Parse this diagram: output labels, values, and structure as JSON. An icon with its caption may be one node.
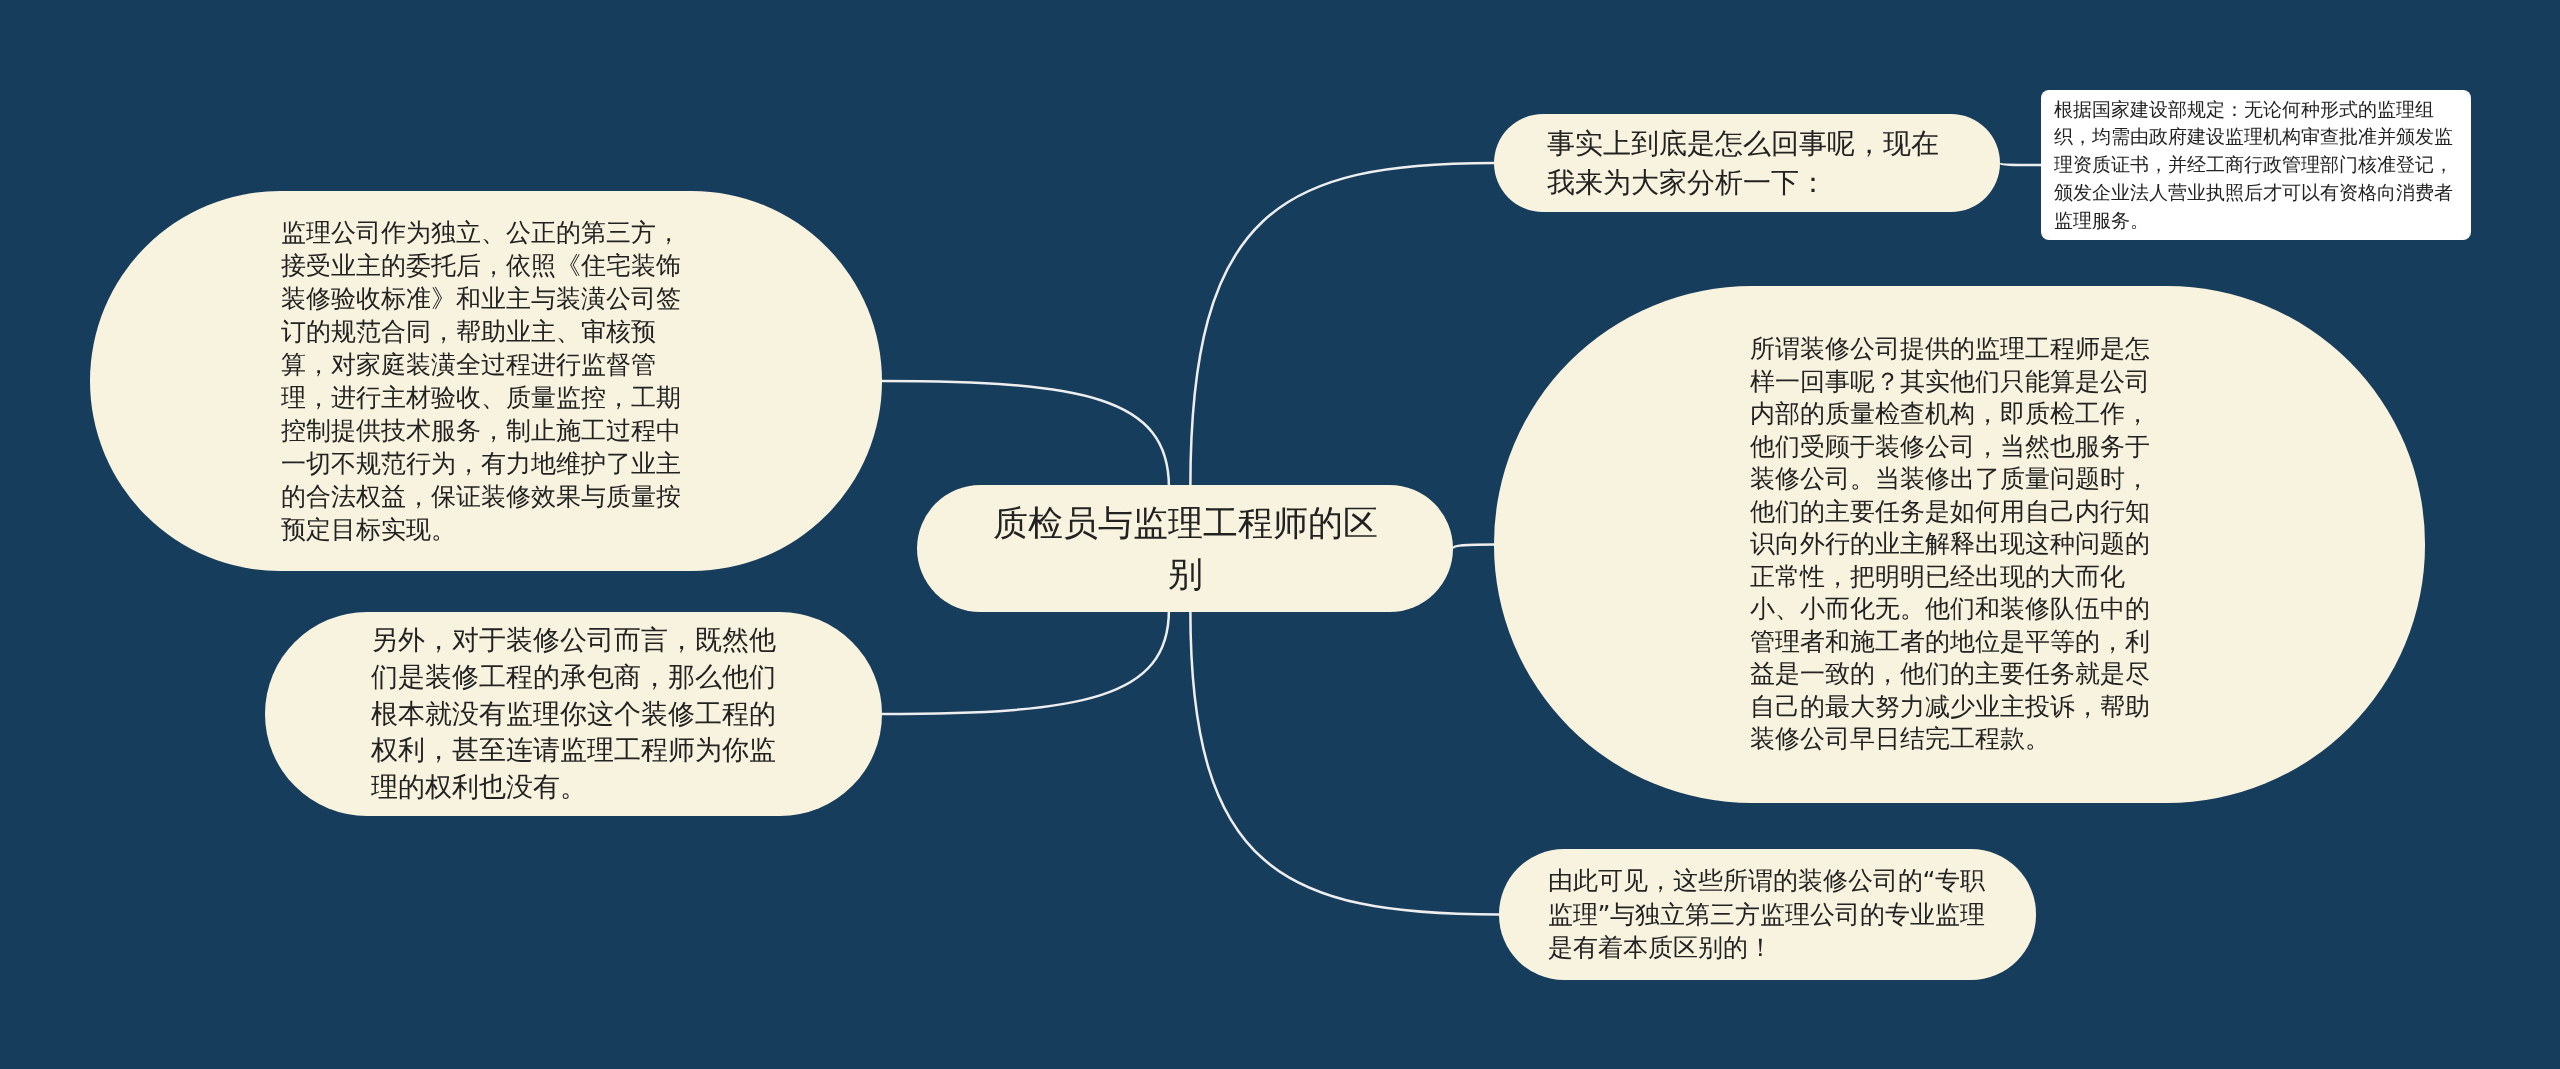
{
  "diagram": {
    "nodes": [
      {
        "text": [
          "质检员与监理工程师的区别"
        ]
      },
      {
        "text": [
          "监理公司作为独立、公正的第三方，接受业主的委托后，依照《住宅装饰装修验收标准》和业主与装潢公司签订的规范合同，帮助业主、审核预算，对家庭装潢全过程进行监督管理，进行主材验收、质量监控，工期控制提供技术服务，制止施工过程中一切不规范行为，有力地维护了业主的合法权益，保证装修效果与质量按预定目标实现。"
        ]
      },
      {
        "text": [
          "另外，对于装修公司而言，既然他们是装修工程的承包商，那么他们根本就没有监理你这个装修工程的权利，甚至连请监理工程师为你监理的权利也没有。"
        ]
      },
      {
        "text": [
          "事实上到底是怎么回事呢，现在我来为大家分析一下："
        ]
      },
      {
        "text": [
          "根据国家建设部规定：无论何种形式的监理组织，均需由政府建设监理机构审查批准并颁发监理资质证书，并经工商行政管理部门核准登记，颁发企业法人营业执照后才可以有资格向消费者监理服务。"
        ]
      },
      {
        "text": [
          "所谓装修公司提供的监理工程师是怎样一回事呢？其实他们只能算是公司内部的质量检查机构，即质检工作，他们受顾于装修公司，当然也服务于装修公司。当装修出了质量问题时，他们的主要任务是如何用自己内行知识向外行的业主解释出现这种问题的正常性，把明明已经出现的大而化小、小而化无。他们和装修队伍中的管理者和施工者的地位是平等的，利益是一致的，他们的主要任务就是尽自己的最大努力减少业主投诉，帮助装修公司早日结完工程款。"
        ]
      },
      {
        "text": [
          "由此可见，这些所谓的装修公司的“专职监理”与独立第三方监理公司的专业监理是有着本质区别的！"
        ]
      }
    ],
    "edges": [
      {
        "from": 0,
        "to": 1,
        "arrow": "none"
      },
      {
        "from": 0,
        "to": 2,
        "arrow": "none"
      },
      {
        "from": 0,
        "to": 3,
        "arrow": "none"
      },
      {
        "from": 3,
        "to": 4,
        "arrow": "none"
      },
      {
        "from": 0,
        "to": 5,
        "arrow": "none"
      },
      {
        "from": 0,
        "to": 6,
        "arrow": "none"
      }
    ]
  }
}
